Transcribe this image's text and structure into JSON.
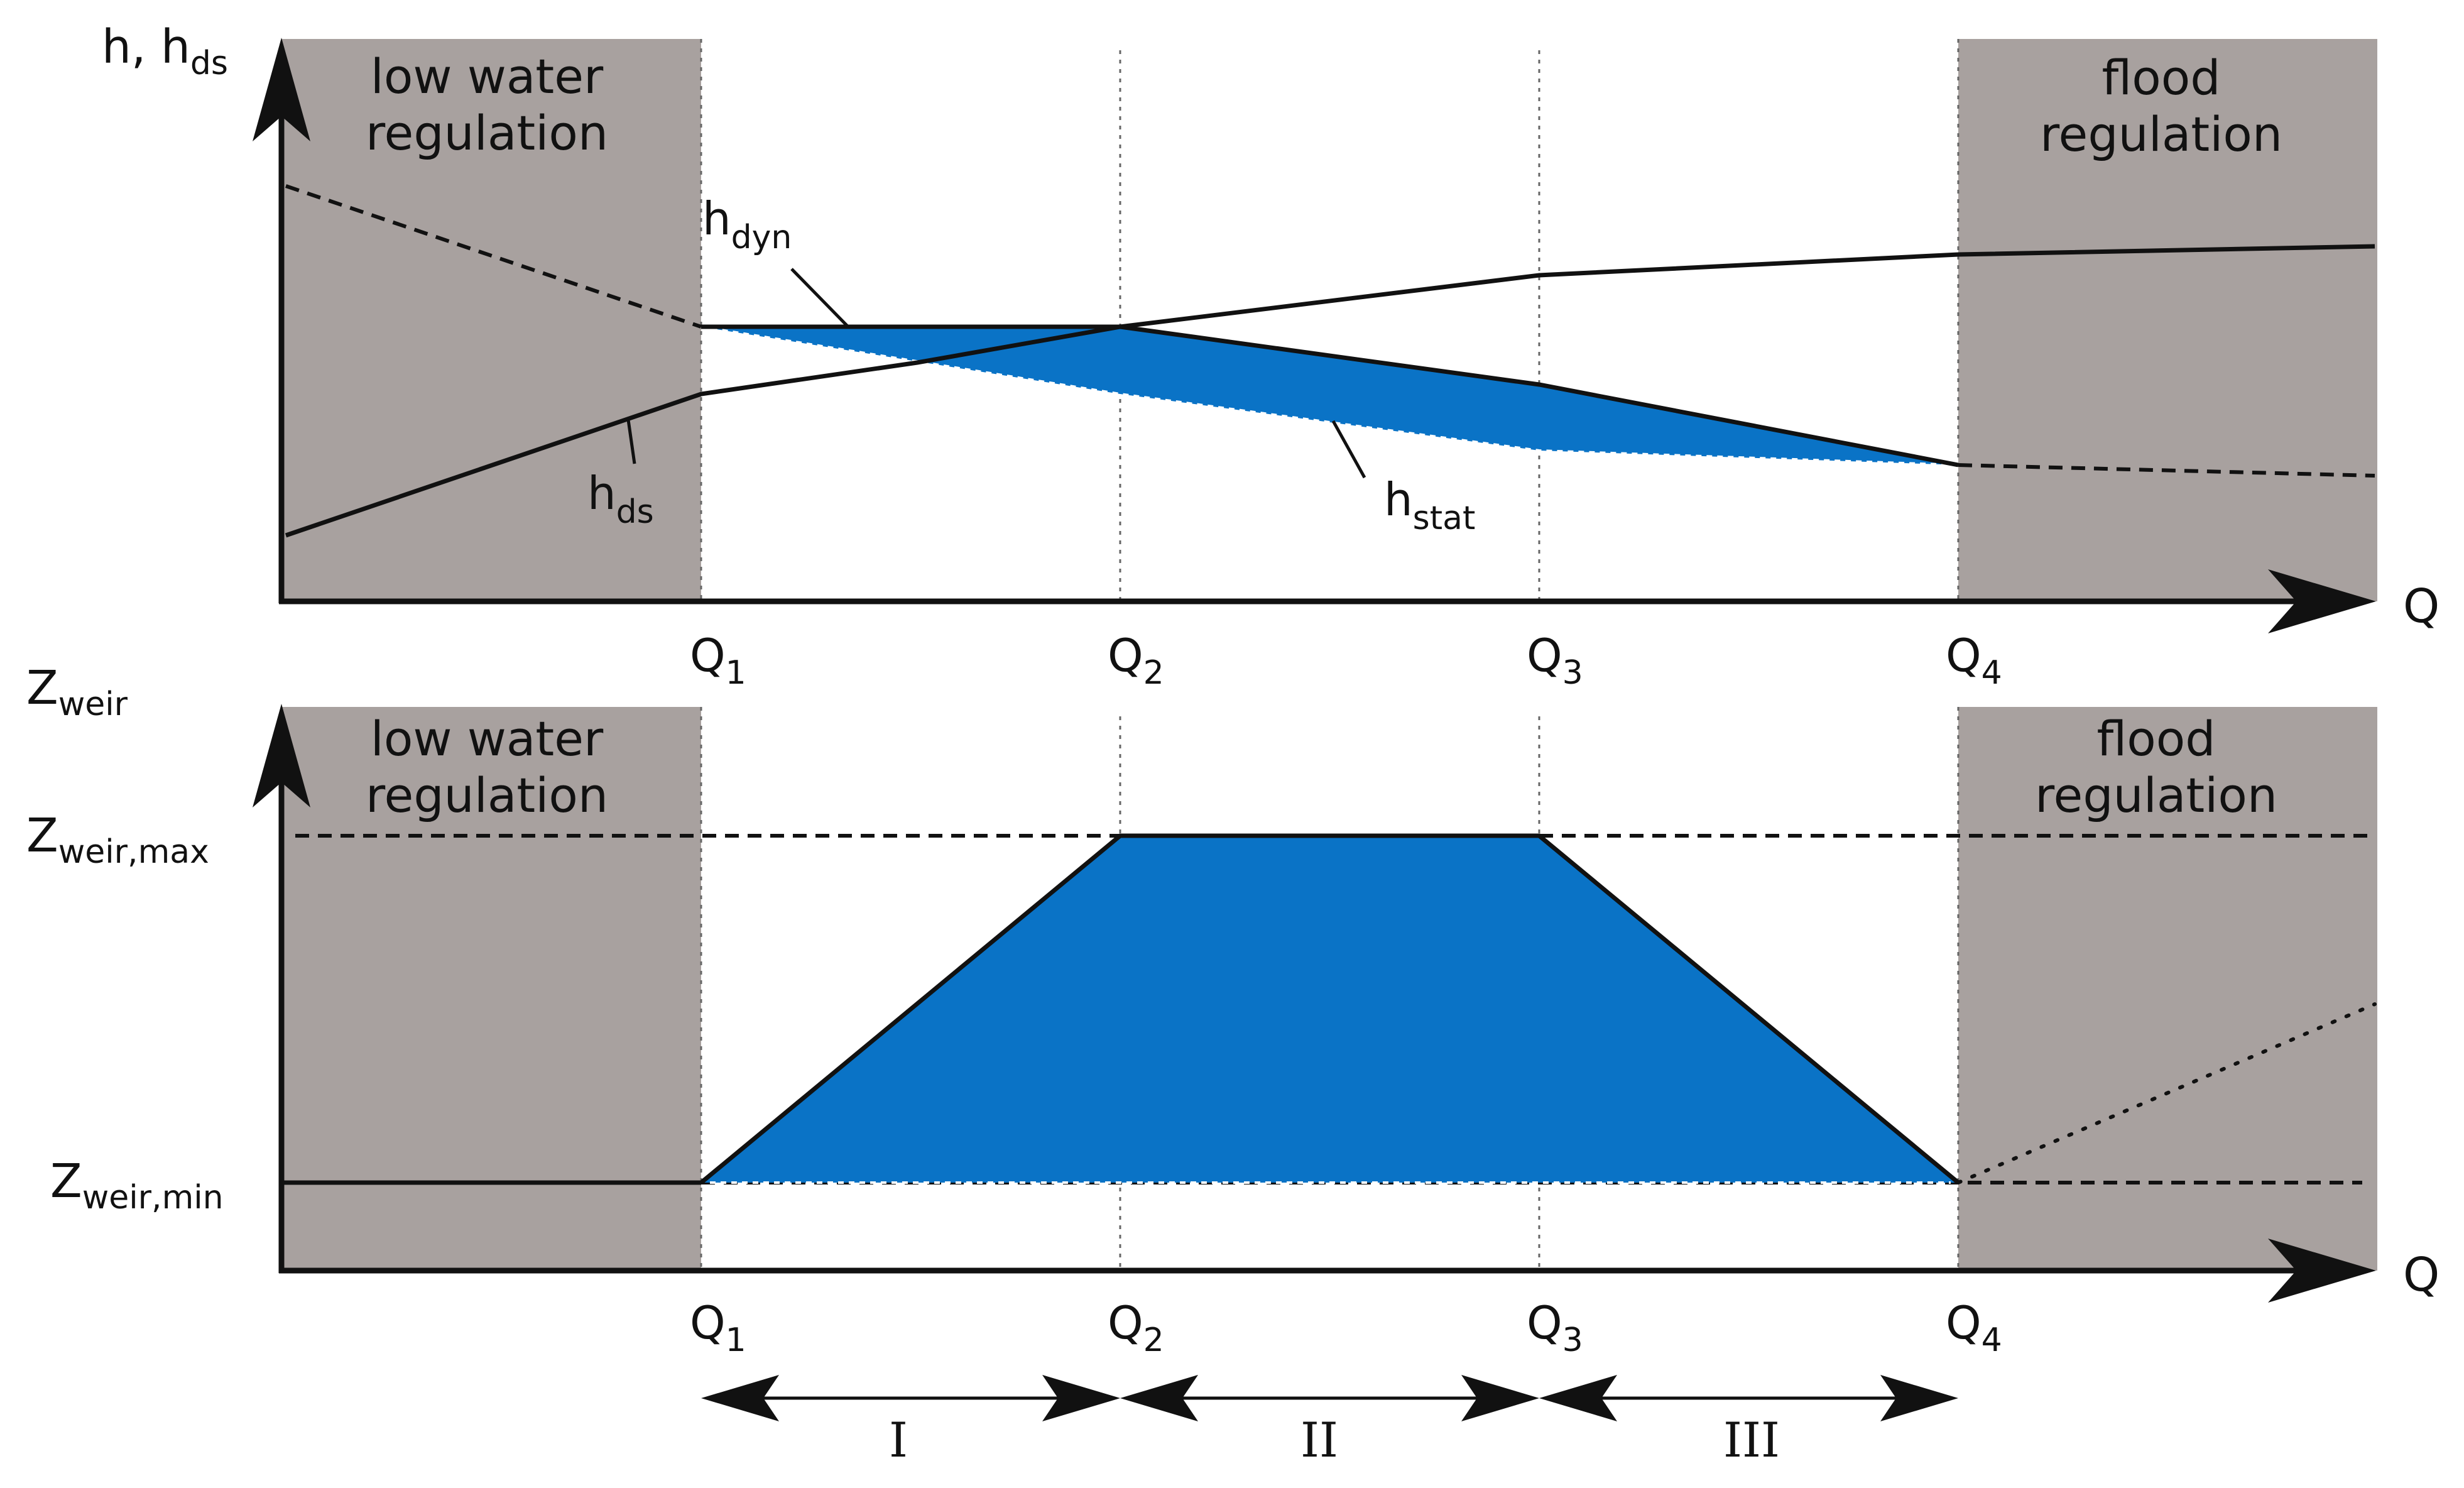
{
  "colors": {
    "regulation_fill": "#a8a19f",
    "band_fill": "#0a73c6",
    "line": "#111111",
    "guide": "#666666"
  },
  "top_panel": {
    "y_axis_label": {
      "main": "h, h",
      "sub": "ds"
    },
    "x_axis_label": "Q",
    "regions": {
      "left_line1": "low water",
      "left_line2": "regulation",
      "right_line1": "flood",
      "right_line2": "regulation"
    },
    "curves": {
      "h_dyn": {
        "main": "h",
        "sub": "dyn"
      },
      "h_ds": {
        "main": "h",
        "sub": "ds"
      },
      "h_stat": {
        "main": "h",
        "sub": "stat"
      }
    }
  },
  "bottom_panel": {
    "y_axis_label": {
      "main": "Z",
      "sub": "weir"
    },
    "x_axis_label": "Q",
    "regions": {
      "left_line1": "low water",
      "left_line2": "regulation",
      "right_line1": "flood",
      "right_line2": "regulation"
    },
    "y_ticks": {
      "max": {
        "main": "Z",
        "sub": "weir,max"
      },
      "min": {
        "main": "Z",
        "sub": "weir,min"
      }
    }
  },
  "x_ticks": [
    {
      "main": "Q",
      "sub": "1"
    },
    {
      "main": "Q",
      "sub": "2"
    },
    {
      "main": "Q",
      "sub": "3"
    },
    {
      "main": "Q",
      "sub": "4"
    }
  ],
  "ranges": [
    "I",
    "II",
    "III"
  ]
}
